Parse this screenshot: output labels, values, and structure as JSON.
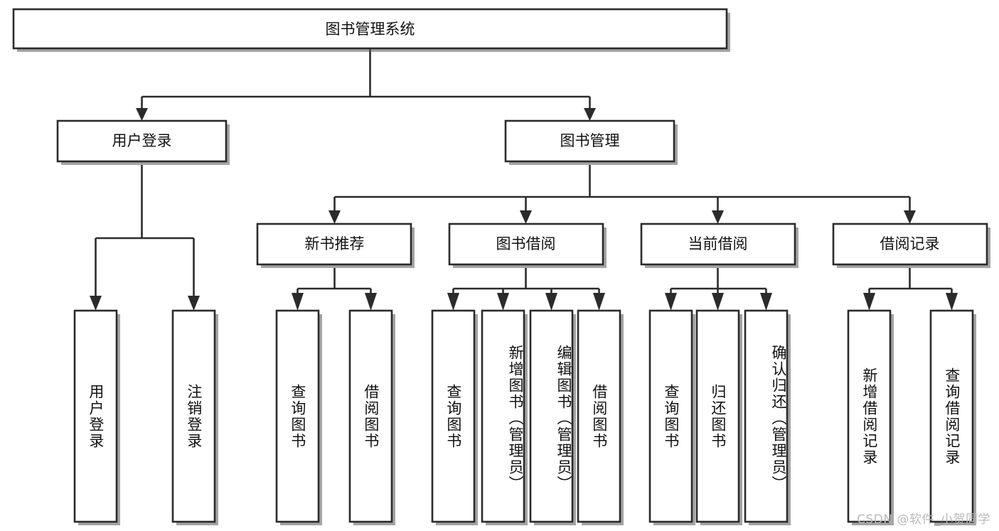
{
  "diagram": {
    "title": "图书管理系统",
    "type": "tree",
    "orientation": "top-down",
    "colors": {
      "box_border": "#2b2b2b",
      "box_fill": "#ffffff",
      "edge": "#2b2b2b",
      "text": "#111111",
      "watermark": "#b9b9b9",
      "background": "#ffffff"
    },
    "nodes": {
      "root": {
        "label": "图书管理系统",
        "level": 1
      },
      "level2": [
        {
          "id": "user-login",
          "label": "用户登录"
        },
        {
          "id": "book-manage",
          "label": "图书管理"
        }
      ],
      "level3": [
        {
          "id": "new-book-recommend",
          "label": "新书推荐",
          "parent": "book-manage"
        },
        {
          "id": "book-borrow",
          "label": "图书借阅",
          "parent": "book-manage"
        },
        {
          "id": "current-borrow",
          "label": "当前借阅",
          "parent": "book-manage"
        },
        {
          "id": "borrow-record",
          "label": "借阅记录",
          "parent": "book-manage"
        }
      ],
      "leaves": [
        {
          "id": "leaf-user-login",
          "label": "用户登录",
          "parent": "user-login"
        },
        {
          "id": "leaf-user-logout",
          "label": "注销登录",
          "parent": "user-login"
        },
        {
          "id": "leaf-query-book-1",
          "label": "查询图书",
          "parent": "new-book-recommend"
        },
        {
          "id": "leaf-borrow-book-1",
          "label": "借阅图书",
          "parent": "new-book-recommend"
        },
        {
          "id": "leaf-query-book-2",
          "label": "查询图书",
          "parent": "book-borrow"
        },
        {
          "id": "leaf-add-book",
          "label": "新增图书（管理员）",
          "parent": "book-borrow"
        },
        {
          "id": "leaf-edit-book",
          "label": "编辑图书（管理员）",
          "parent": "book-borrow"
        },
        {
          "id": "leaf-borrow-book-2",
          "label": "借阅图书",
          "parent": "book-borrow"
        },
        {
          "id": "leaf-query-book-3",
          "label": "查询图书",
          "parent": "current-borrow"
        },
        {
          "id": "leaf-return-book",
          "label": "归还图书",
          "parent": "current-borrow"
        },
        {
          "id": "leaf-confirm-return",
          "label": "确认归还（管理员）",
          "parent": "current-borrow"
        },
        {
          "id": "leaf-add-record",
          "label": "新增借阅记录",
          "parent": "borrow-record"
        },
        {
          "id": "leaf-query-record",
          "label": "查询借阅记录",
          "parent": "borrow-record"
        }
      ]
    },
    "watermark": "CSDN @软件_小贺同学"
  }
}
